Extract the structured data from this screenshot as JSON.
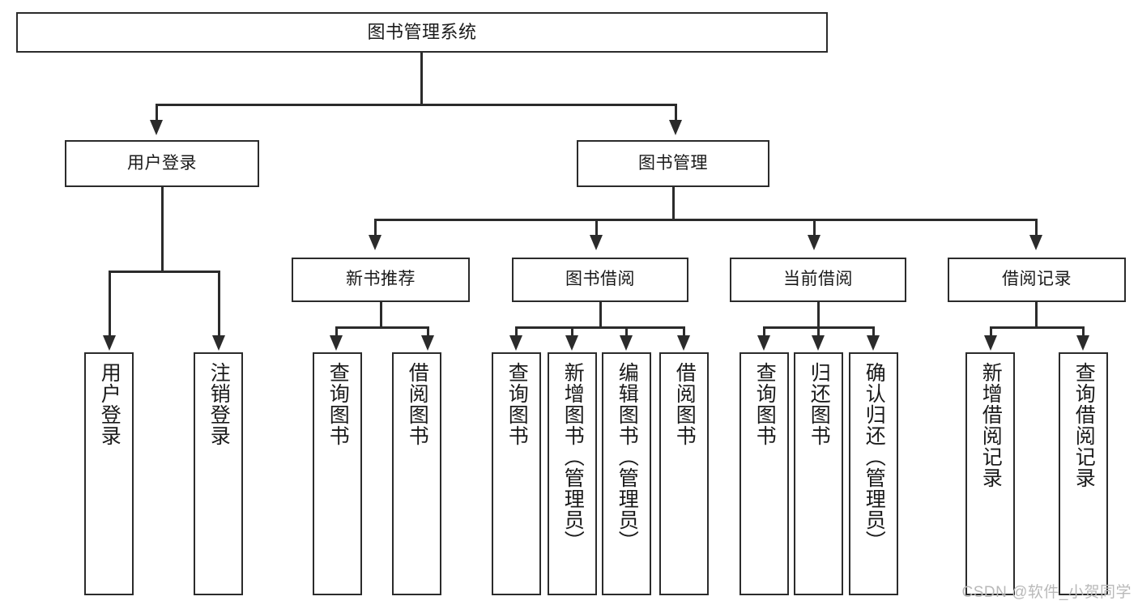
{
  "diagram": {
    "title": "图书管理系统",
    "type": "tree",
    "root": {
      "id": "root",
      "label": "图书管理系统",
      "orientation": "horizontal"
    },
    "level1": [
      {
        "id": "user-login",
        "label": "用户登录",
        "orientation": "horizontal"
      },
      {
        "id": "book-manage",
        "label": "图书管理",
        "orientation": "horizontal"
      }
    ],
    "level2": [
      {
        "id": "new-book-recommend",
        "label": "新书推荐",
        "orientation": "horizontal",
        "parent": "book-manage"
      },
      {
        "id": "book-borrow",
        "label": "图书借阅",
        "orientation": "horizontal",
        "parent": "book-manage"
      },
      {
        "id": "current-borrow",
        "label": "当前借阅",
        "orientation": "horizontal",
        "parent": "book-manage"
      },
      {
        "id": "borrow-record",
        "label": "借阅记录",
        "orientation": "horizontal",
        "parent": "book-manage"
      }
    ],
    "leaves": [
      {
        "id": "leaf-user-login",
        "label": "用户登录",
        "parent": "user-login"
      },
      {
        "id": "leaf-user-logout",
        "label": "注销登录",
        "parent": "user-login"
      },
      {
        "id": "leaf-query-book-1",
        "label": "查询图书",
        "parent": "new-book-recommend"
      },
      {
        "id": "leaf-borrow-book-1",
        "label": "借阅图书",
        "parent": "new-book-recommend"
      },
      {
        "id": "leaf-query-book-2",
        "label": "查询图书",
        "parent": "book-borrow"
      },
      {
        "id": "leaf-add-book",
        "label": "新增图书（管理员）",
        "parent": "book-borrow"
      },
      {
        "id": "leaf-edit-book",
        "label": "编辑图书（管理员）",
        "parent": "book-borrow"
      },
      {
        "id": "leaf-borrow-book-2",
        "label": "借阅图书",
        "parent": "book-borrow"
      },
      {
        "id": "leaf-query-book-3",
        "label": "查询图书",
        "parent": "current-borrow"
      },
      {
        "id": "leaf-return-book",
        "label": "归还图书",
        "parent": "current-borrow"
      },
      {
        "id": "leaf-confirm-return",
        "label": "确认归还（管理员）",
        "parent": "current-borrow"
      },
      {
        "id": "leaf-add-record",
        "label": "新增借阅记录",
        "parent": "borrow-record"
      },
      {
        "id": "leaf-query-record",
        "label": "查询借阅记录",
        "parent": "borrow-record"
      }
    ],
    "colors": {
      "stroke": "#2b2b2b",
      "fill": "#ffffff",
      "text": "#1a1a1a",
      "watermark": "#b9b9b9"
    }
  },
  "watermark": {
    "text": "CSDN @软件_小贺同学"
  }
}
